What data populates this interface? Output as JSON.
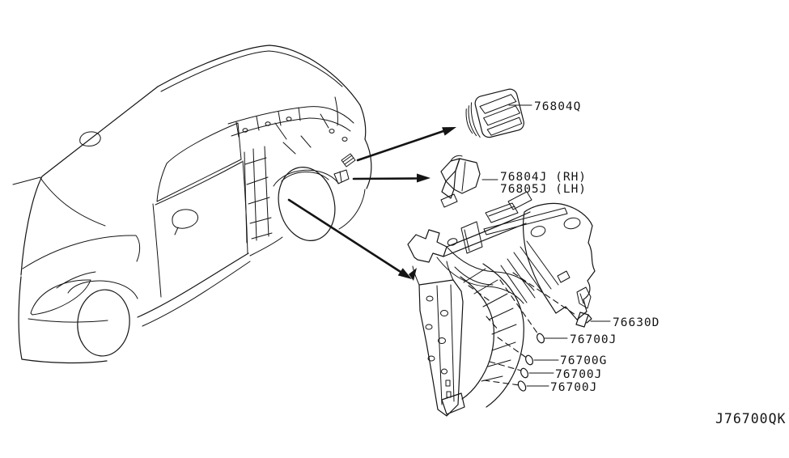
{
  "diagram_code": "J76700QK",
  "callouts": {
    "vent": "76804Q",
    "finisher_rh": "76804J (RH)",
    "finisher_lh": "76805J (LH)",
    "seal": "76630D",
    "plug_a": "76700J",
    "grommet": "76700G",
    "plug_b": "76700J",
    "plug_c": "76700J"
  },
  "colors": {
    "line": "#141414",
    "background": "#ffffff"
  }
}
